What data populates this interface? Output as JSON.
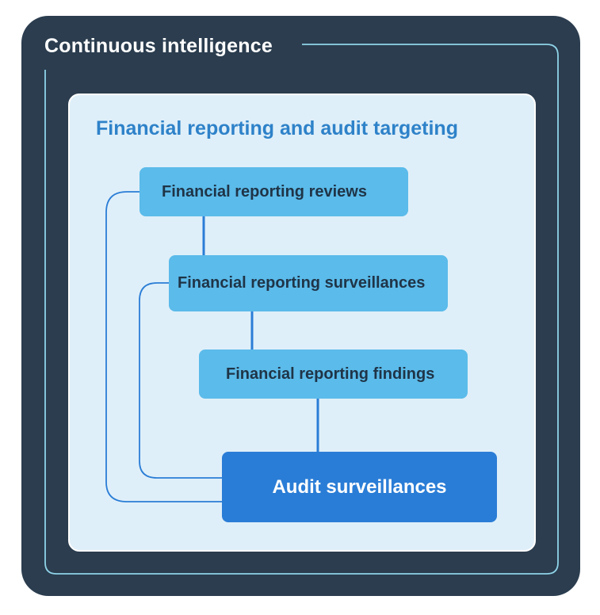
{
  "outer": {
    "title": "Continuous intelligence"
  },
  "inner": {
    "title": "Financial reporting and audit targeting"
  },
  "nodes": {
    "reviews": "Financial reporting reviews",
    "surveillances": "Financial reporting surveillances",
    "findings": "Financial reporting findings",
    "audit": "Audit surveillances"
  },
  "colors": {
    "outer_panel": "#2b3d4f",
    "frame_line": "#8fd3e8",
    "inner_panel": "#dfeff9",
    "inner_title": "#2e82c9",
    "node": "#5bbbea",
    "node_text": "#1f3447",
    "primary_node": "#2a7dd6",
    "connector": "#2a7dd6"
  }
}
